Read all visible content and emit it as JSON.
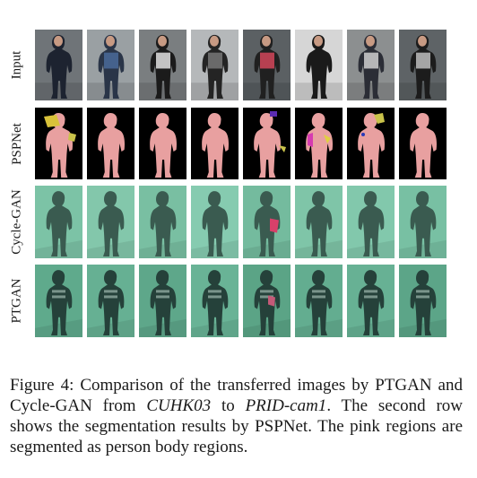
{
  "figure": {
    "rows": [
      {
        "key": "input",
        "label": "Input"
      },
      {
        "key": "pspnet",
        "label": "PSPNet"
      },
      {
        "key": "cyclegan",
        "label": "Cycle-GAN"
      },
      {
        "key": "ptgan",
        "label": "PTGAN"
      }
    ],
    "columns": 8,
    "caption": {
      "part1": "Figure 4: Comparison of the transferred images by PTGAN and Cycle-GAN from ",
      "src": "CUHK03",
      "part2": " to ",
      "dst": "PRID-cam1",
      "part3": ". The second row shows the segmentation results by PSPNet. The pink regions are segmented as person body regions."
    },
    "colors": {
      "mask_body": "#e8a0a0",
      "mask_bg": "#000000",
      "transfer_bg": "#6fb89a",
      "transfer_figure": "#2e4a40"
    }
  }
}
